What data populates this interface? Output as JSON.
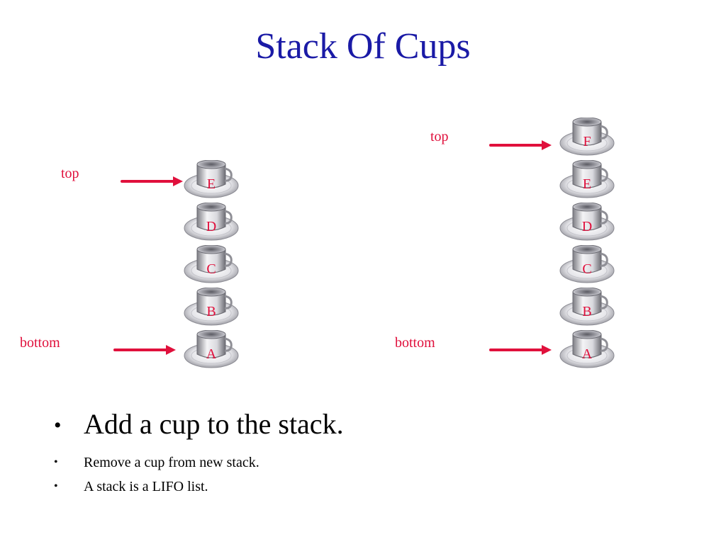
{
  "slide": {
    "title": "Stack Of Cups"
  },
  "colors": {
    "title": "#1a1aa6",
    "accent": "#e0103c"
  },
  "left_stack": {
    "top_label": "top",
    "bottom_label": "bottom",
    "cups": [
      "E",
      "D",
      "C",
      "B",
      "A"
    ]
  },
  "right_stack": {
    "top_label": "top",
    "bottom_label": "bottom",
    "cups": [
      "F",
      "E",
      "D",
      "C",
      "B",
      "A"
    ]
  },
  "bullets": [
    {
      "text": "Add a cup to the stack.",
      "level": "main"
    },
    {
      "text": "Remove a cup from new stack.",
      "level": "sub"
    },
    {
      "text": "A stack is a LIFO list.",
      "level": "sub"
    }
  ]
}
